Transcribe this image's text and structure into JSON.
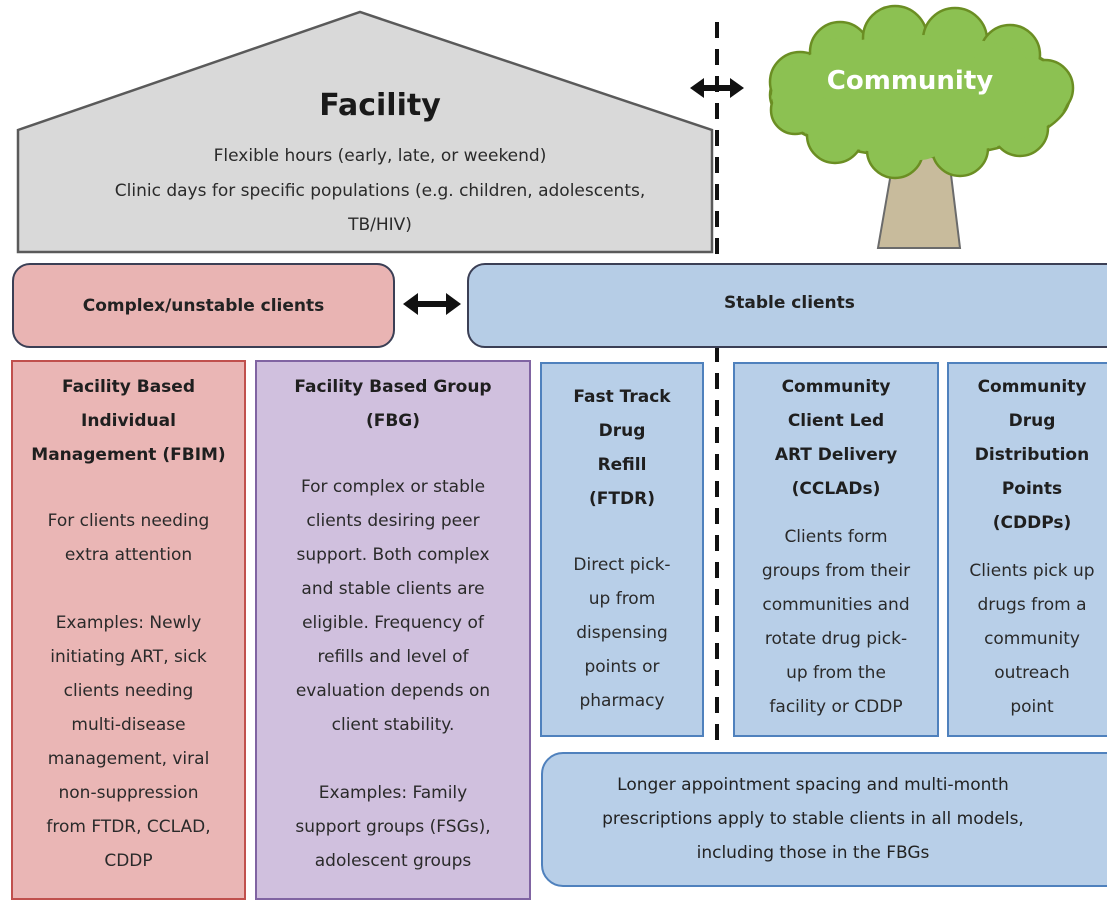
{
  "facility": {
    "title": "Facility",
    "line1": "Flexible hours (early, late, or weekend)",
    "line2": "Clinic days for specific populations (e.g. children, adolescents,",
    "line3": "TB/HIV)"
  },
  "community": {
    "title": "Community"
  },
  "bands": {
    "complex": "Complex/unstable clients",
    "stable": "Stable clients"
  },
  "models": {
    "fbim": {
      "title": "Facility Based\nIndividual\nManagement (FBIM)",
      "desc": "For clients needing\nextra attention",
      "examples": "Examples: Newly\ninitiating ART, sick\nclients needing\nmulti-disease\nmanagement, viral\nnon-suppression\nfrom FTDR, CCLAD,\nCDDP"
    },
    "fbg": {
      "title": "Facility Based Group\n(FBG)",
      "desc": "For complex or stable\nclients desiring peer\nsupport. Both complex\nand stable clients are\neligible. Frequency of\nrefills and level of\nevaluation depends on\nclient stability.",
      "examples": "Examples: Family\nsupport groups (FSGs),\nadolescent groups"
    },
    "ftdr": {
      "title": "Fast Track\nDrug\nRefill\n(FTDR)",
      "desc": "Direct pick-\nup from\ndispensing\npoints or\npharmacy"
    },
    "cclad": {
      "title": "Community\nClient Led\nART Delivery\n(CCLADs)",
      "desc": "Clients form\ngroups from their\ncommunities and\nrotate drug pick-\nup from the\nfacility or CDDP"
    },
    "cddp": {
      "title": "Community\nDrug\nDistribution\nPoints\n(CDDPs)",
      "desc": "Clients pick up\ndrugs from a\ncommunity\noutreach\npoint"
    }
  },
  "note": "Longer appointment spacing and multi-month\nprescriptions apply to stable clients in all models,\nincluding those in the FBGs",
  "colors": {
    "facility_fill": "#d9d9d9",
    "cloud_green": "#8cc152",
    "trunk": "#c8bb9c",
    "complex_fill": "#e9b4b3",
    "stable_fill": "#b6cde6",
    "fbg_fill": "#d0c0de"
  }
}
